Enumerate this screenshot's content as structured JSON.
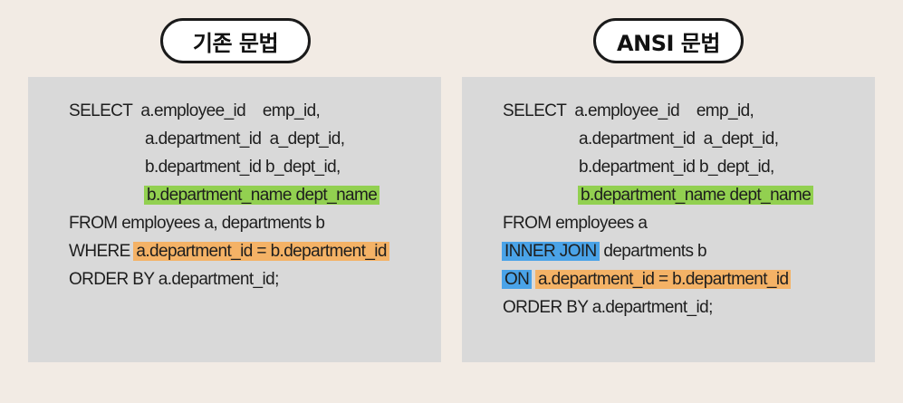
{
  "colors": {
    "background": "#f2ebe4",
    "panel": "#d9d9d9",
    "highlight_green": "#92d050",
    "highlight_orange": "#f4b266",
    "highlight_blue": "#4aa3e8"
  },
  "left": {
    "title": "기존 문법",
    "code": {
      "select": "SELECT",
      "col1": "a.employee_id    emp_id,",
      "col2": "a.department_id  a_dept_id,",
      "col3": "b.department_id b_dept_id,",
      "col4": "b.department_name dept_name",
      "from": "FROM employees a, departments b",
      "where_kw": "WHERE ",
      "where_cond": "a.department_id = b.department_id",
      "order": "ORDER BY a.department_id;"
    }
  },
  "right": {
    "title": "ANSI 문법",
    "code": {
      "select": "SELECT",
      "col1": "a.employee_id    emp_id,",
      "col2": "a.department_id  a_dept_id,",
      "col3": "b.department_id b_dept_id,",
      "col4": "b.department_name dept_name",
      "from": "FROM employees a",
      "join_kw": "INNER JOIN",
      "join_table": " departments b",
      "on_kw": "ON",
      "on_cond": "a.department_id = b.department_id",
      "order": "ORDER BY a.department_id;"
    }
  }
}
